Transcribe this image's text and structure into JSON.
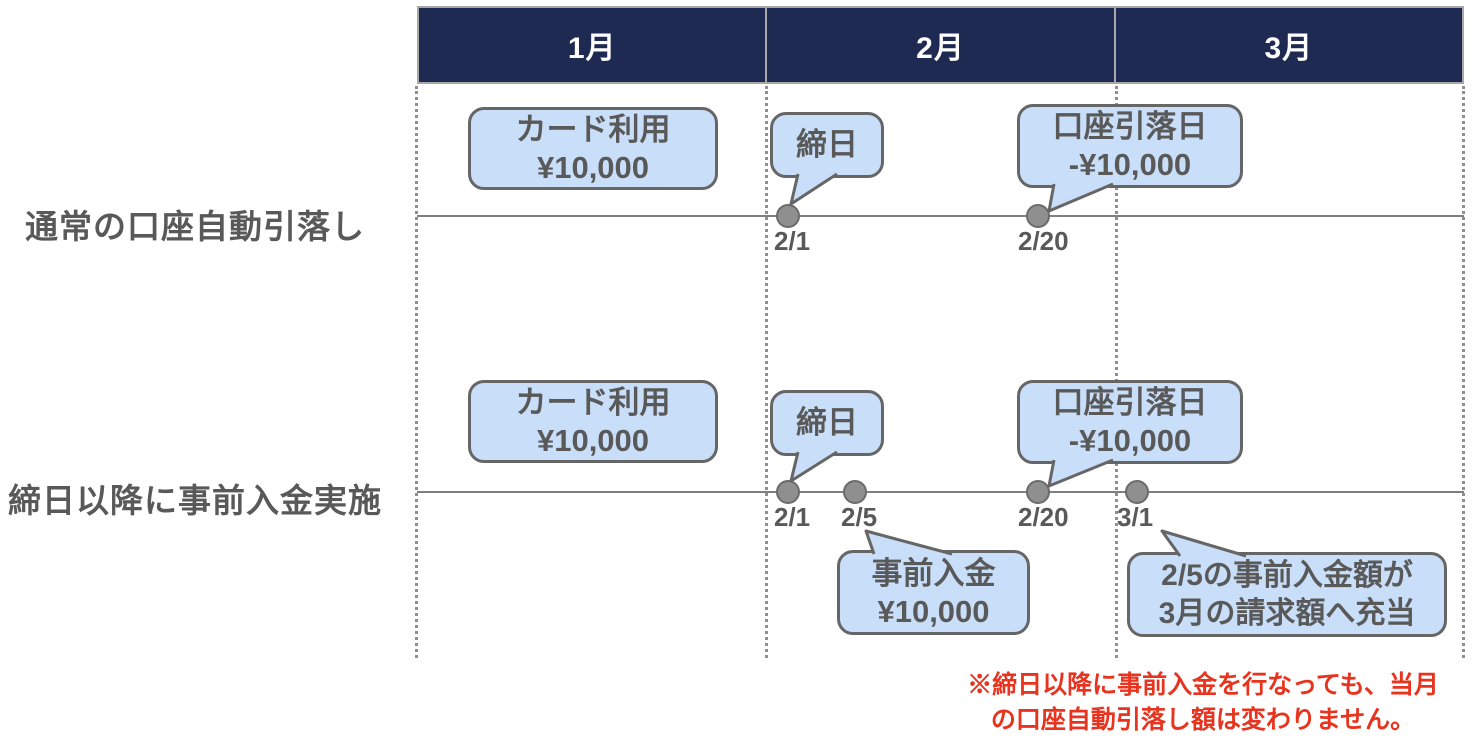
{
  "colors": {
    "header_bg": "#1e2a52",
    "header_text": "#ffffff",
    "header_border": "#a8a8a8",
    "bubble_fill": "#c9def8",
    "bubble_border": "#666666",
    "text_gray": "#595959",
    "line_gray": "#7f7f7f",
    "dot_fill": "#8f8f8f",
    "dot_border": "#6b6b6b",
    "note_red": "#e8331f"
  },
  "months": [
    "1月",
    "2月",
    "3月"
  ],
  "rows": [
    {
      "label": "通常の口座自動引落し",
      "card_usage": [
        "カード利用",
        "¥10,000"
      ],
      "closing": "締日",
      "debit": [
        "口座引落日",
        "-¥10,000"
      ],
      "dates": [
        "2/1",
        "2/20"
      ]
    },
    {
      "label": "締日以降に事前入金実施",
      "card_usage": [
        "カード利用",
        "¥10,000"
      ],
      "closing": "締日",
      "debit": [
        "口座引落日",
        "-¥10,000"
      ],
      "deposit": [
        "事前入金",
        "¥10,000"
      ],
      "applied": [
        "2/5の事前入金額が",
        "3月の請求額へ充当"
      ],
      "dates": [
        "2/1",
        "2/5",
        "2/20",
        "3/1"
      ]
    }
  ],
  "note": [
    "※締日以降に事前入金を行なっても、当月",
    "の口座自動引落し額は変わりません。"
  ]
}
